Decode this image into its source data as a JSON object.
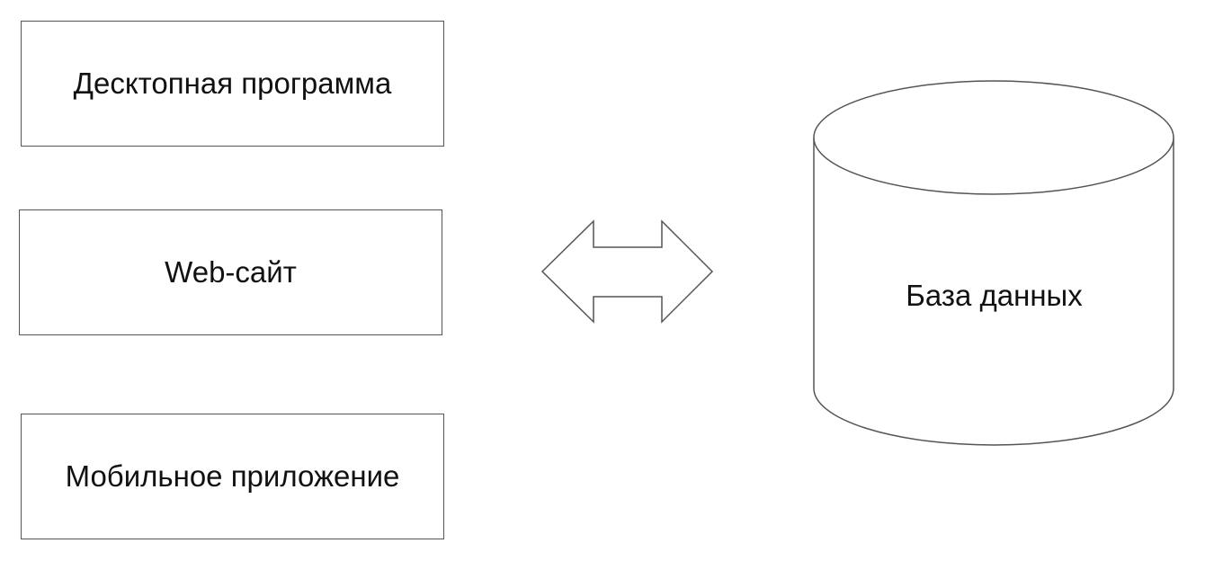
{
  "clients": {
    "desktop": "Десктопная программа",
    "web": "Web-сайт",
    "mobile": "Мобильное приложение"
  },
  "database": {
    "label": "База данных"
  }
}
